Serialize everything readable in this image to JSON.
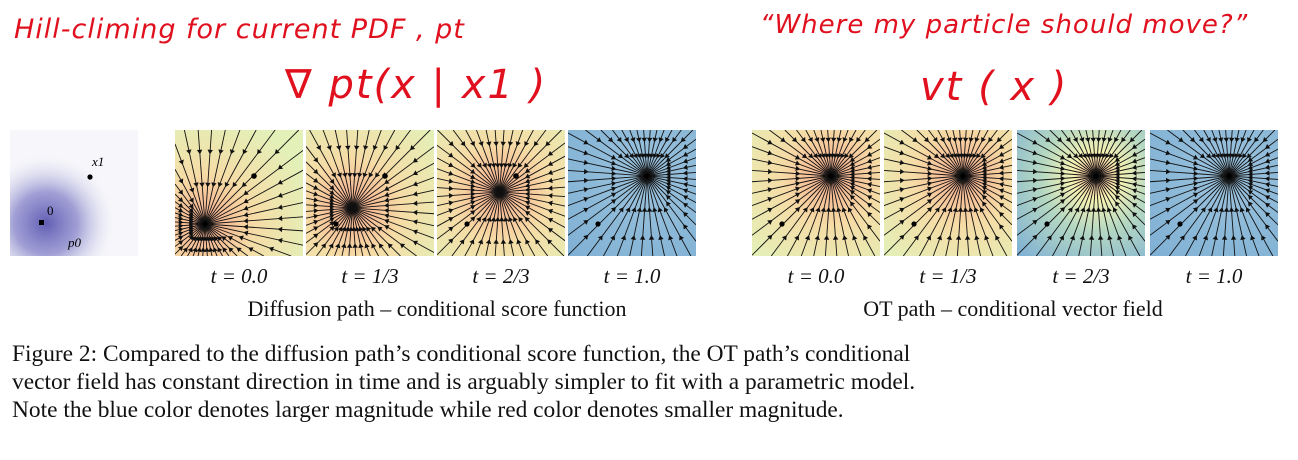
{
  "annotations": {
    "left_note": "Hill-climing for current PDF , pt",
    "left_math": "∇ pt(x | x1 )",
    "right_note": "“Where my particle should move?”",
    "right_math": "vt ( x )"
  },
  "density_panel": {
    "labels": {
      "x1": "x1",
      "origin": "0",
      "p0": "p0"
    },
    "colors": {
      "blob": "#5a57b0"
    }
  },
  "diffusion": {
    "title": "Diffusion path – conditional score function",
    "panels": [
      {
        "t_label": "t = 0.0",
        "t": 0.0
      },
      {
        "t_label": "t = 1/3",
        "t": 0.333
      },
      {
        "t_label": "t = 2/3",
        "t": 0.667
      },
      {
        "t_label": "t = 1.0",
        "t": 1.0
      }
    ]
  },
  "ot": {
    "title": "OT path – conditional vector field",
    "panels": [
      {
        "t_label": "t = 0.0",
        "t": 0.0
      },
      {
        "t_label": "t = 1/3",
        "t": 0.333
      },
      {
        "t_label": "t = 2/3",
        "t": 0.667
      },
      {
        "t_label": "t = 1.0",
        "t": 1.0
      }
    ]
  },
  "caption": {
    "line1": "Figure 2: Compared to the diffusion path’s conditional score function, the OT path’s conditional",
    "line2": "vector field has constant direction in time and is arguably simpler to fit with a parametric model.",
    "line3": "Note the blue color denotes larger magnitude while red color denotes smaller magnitude."
  },
  "colors": {
    "small_magnitude": "#f4a98c",
    "mid_magnitude": "#f6f2b4",
    "large_magnitude": "#7fb0d4",
    "annotation_red": "#e0101e"
  }
}
